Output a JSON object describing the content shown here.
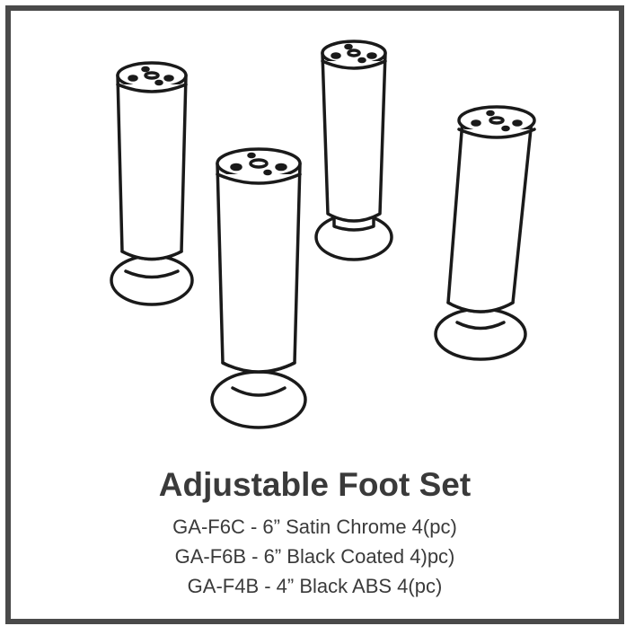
{
  "title": "Adjustable Foot Set",
  "products": [
    "GA-F6C - 6” Satin Chrome 4(pc)",
    "GA-F6B - 6” Black Coated 4)pc)",
    "GA-F4B - 4” Black ABS 4(pc)"
  ],
  "colors": {
    "frame": "#4a4a4a",
    "line_art": "#1a1a1a",
    "text": "#3a3a3a"
  }
}
